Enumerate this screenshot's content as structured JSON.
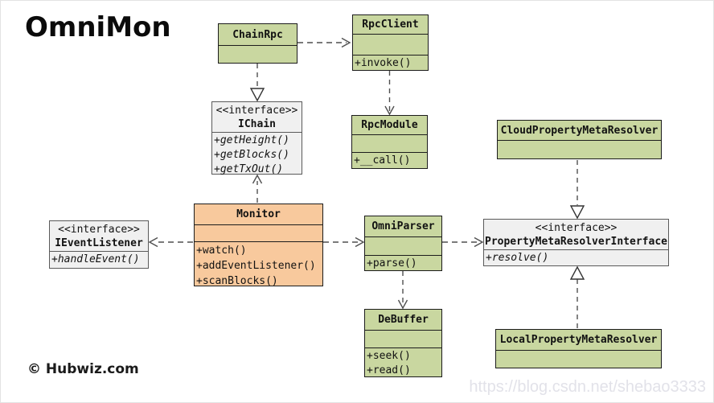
{
  "title": "OmniMon",
  "copyright": "© Hubwiz.com",
  "watermark": "https://blog.csdn.net/shebao3333",
  "colors": {
    "class_fill": "#c9d7a0",
    "monitor_fill": "#f8c99d",
    "interface_fill": "#f0f0f0",
    "class_border": "#1c1c1c",
    "interface_border": "#5a5a5a",
    "connector": "#4f4f4f"
  },
  "classes": {
    "chain_rpc": {
      "name": "ChainRpc"
    },
    "rpc_client": {
      "name": "RpcClient",
      "methods": [
        "+invoke()"
      ]
    },
    "rpc_module": {
      "name": "RpcModule",
      "methods": [
        "+__call()"
      ]
    },
    "ichain": {
      "stereotype": "<<interface>>",
      "name": "IChain",
      "methods": [
        "+getHeight()",
        "+getBlocks()",
        "+getTxOut()"
      ]
    },
    "ievent_listener": {
      "stereotype": "<<interface>>",
      "name": "IEventListener",
      "methods": [
        "+handleEvent()"
      ]
    },
    "monitor": {
      "name": "Monitor",
      "methods": [
        "+watch()",
        "+addEventListener()",
        "+scanBlocks()"
      ]
    },
    "omni_parser": {
      "name": "OmniParser",
      "methods": [
        "+parse()"
      ]
    },
    "de_buffer": {
      "name": "DeBuffer",
      "methods": [
        "+seek()",
        "+read()"
      ]
    },
    "cloud_resolver": {
      "name": "CloudPropertyMetaResolver"
    },
    "resolver_interface": {
      "stereotype": "<<interface>>",
      "name": "PropertyMetaResolverInterface",
      "methods": [
        "+resolve()"
      ]
    },
    "local_resolver": {
      "name": "LocalPropertyMetaResolver"
    }
  }
}
